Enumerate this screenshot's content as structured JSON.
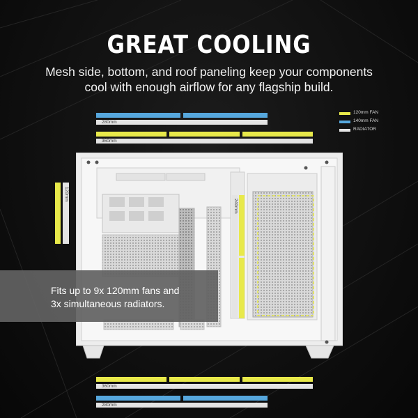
{
  "header": {
    "title": "GREAT COOLING",
    "subtitle_line1": "Mesh side, bottom, and roof paneling keep your components",
    "subtitle_line2": "cool with enough airflow for any flagship build."
  },
  "legend": [
    {
      "label": "120mm FAN",
      "color": "#e8e94a"
    },
    {
      "label": "140mm FAN",
      "color": "#56a7dd"
    },
    {
      "label": "RADIATOR",
      "color": "#e4e4e4"
    }
  ],
  "measurements": {
    "top_radiator_280": "280mm",
    "top_radiator_360": "360mm",
    "side_radiator_120": "120mm",
    "front_radiator_240": "240mm",
    "bottom_radiator_360": "360mm",
    "bottom_radiator_280": "280mm"
  },
  "callout": {
    "line1": "Fits up to 9x 120mm fans and",
    "line2": "3x simultaneous radiators."
  },
  "colors": {
    "fan_120": "#e8e94a",
    "fan_140": "#56a7dd",
    "radiator": "#e4e4e4",
    "background": "#0d0d0d",
    "callout_bg": "#626262"
  }
}
